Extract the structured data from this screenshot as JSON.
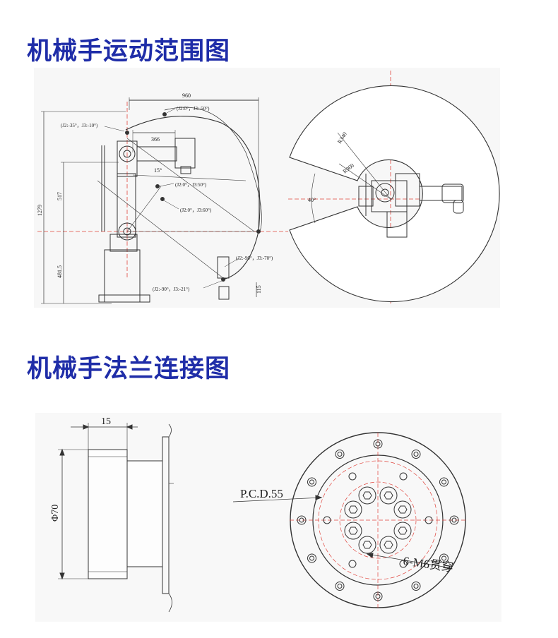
{
  "titles": {
    "motion_range": "机械手运动范围图",
    "flange": "机械手法兰连接图"
  },
  "motion_diagram": {
    "dimensions": {
      "reach": "960",
      "upper_arm": "366",
      "forearm_angle": "15°",
      "shoulder_height": "517",
      "total_height": "1279",
      "base_height": "481.5",
      "tool_height": "115"
    },
    "poses": [
      "(J2:-35°，J3:-10°)",
      "(J2:0°，J3:-50°)",
      "(J2:0°，J3:50°)",
      "(J2:0°，J3:60°)",
      "(J2:-90°，J3:-70°)",
      "(J2:-90°，J3:-21°)"
    ],
    "top_view": {
      "outer_radius": "R960",
      "inner_radius": "R340",
      "dead_zone_angle": "40°"
    }
  },
  "flange_diagram": {
    "thickness": "15",
    "diameter": "Φ70",
    "pcd": "P.C.D.55",
    "holes": "6-M6贯穿"
  },
  "colors": {
    "title": "#1f2da8",
    "centerline": "#e0443c",
    "line": "#333333"
  }
}
